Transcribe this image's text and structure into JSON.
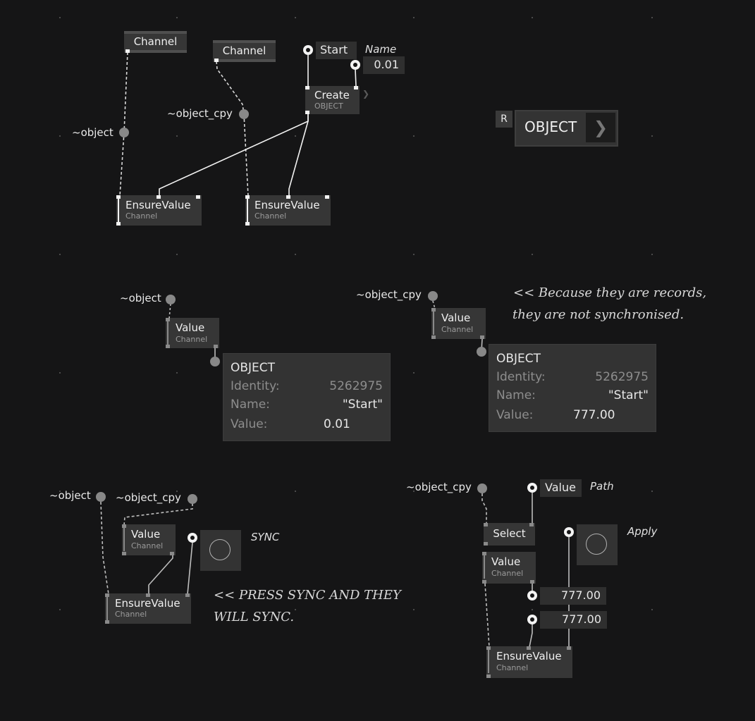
{
  "canvas": {
    "background": "#151516",
    "wire_color": "#f2f2f2",
    "dashed_wire_color": "#d8d8d8"
  },
  "top": {
    "channel_1": "Channel",
    "channel_2": "Channel",
    "object_label": "~object",
    "object_cpy_label": "~object_cpy",
    "start_value": "Start",
    "name_label": "Name",
    "name_value": "0.01",
    "create": {
      "title": "Create",
      "subtitle": "OBJECT"
    },
    "ensure_1": {
      "title": "EnsureValue",
      "subtitle": "Channel"
    },
    "ensure_2": {
      "title": "EnsureValue",
      "subtitle": "Channel"
    },
    "r_badge": "R",
    "object_button": "OBJECT"
  },
  "middle": {
    "left": {
      "object_label": "~object",
      "value_node": {
        "title": "Value",
        "subtitle": "Channel"
      },
      "inspector": {
        "header": "OBJECT",
        "identity_key": "Identity:",
        "identity_val": "5262975",
        "name_key": "Name:",
        "name_val": "\"Start\"",
        "value_key": "Value:",
        "value_val": "0.01"
      }
    },
    "right": {
      "object_cpy_label": "~object_cpy",
      "value_node": {
        "title": "Value",
        "subtitle": "Channel"
      },
      "inspector": {
        "header": "OBJECT",
        "identity_key": "Identity:",
        "identity_val": "5262975",
        "name_key": "Name:",
        "name_val": "\"Start\"",
        "value_key": "Value:",
        "value_val": "777.00"
      }
    },
    "note_line1": "<< Because they are records,",
    "note_line2": "they are not synchronised."
  },
  "bottom": {
    "left": {
      "object_label": "~object",
      "object_cpy_label": "~object_cpy",
      "value_node": {
        "title": "Value",
        "subtitle": "Channel"
      },
      "ensure_node": {
        "title": "EnsureValue",
        "subtitle": "Channel"
      },
      "sync_label": "SYNC",
      "note_line1": "<< PRESS SYNC AND THEY",
      "note_line2": "WILL SYNC."
    },
    "right": {
      "object_cpy_label": "~object_cpy",
      "path_value": "Value",
      "path_label": "Path",
      "select_node": "Select",
      "value_node": {
        "title": "Value",
        "subtitle": "Channel"
      },
      "apply_label": "Apply",
      "value_1": "777.00",
      "value_2": "777.00",
      "ensure_node": {
        "title": "EnsureValue",
        "subtitle": "Channel"
      }
    }
  }
}
